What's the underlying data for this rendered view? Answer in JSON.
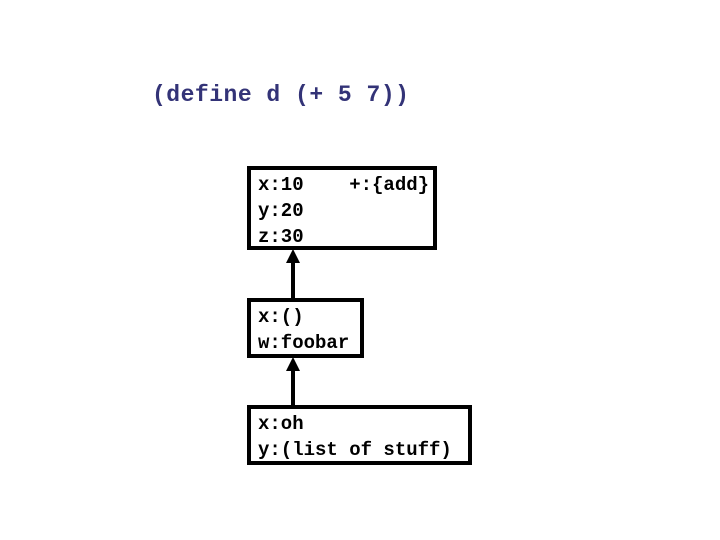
{
  "title": "(define d (+ 5 7))",
  "colors": {
    "title_text": "#333377",
    "frame_border": "#000000",
    "frame_text": "#000000",
    "arrow": "#000000",
    "background": "#ffffff"
  },
  "diagram": {
    "frames": [
      {
        "name": "global-environment-frame",
        "lines": [
          "x:10    +:{add}",
          "y:20",
          "z:30"
        ]
      },
      {
        "name": "middle-environment-frame",
        "lines": [
          "x:()",
          "w:foobar"
        ]
      },
      {
        "name": "bottom-environment-frame",
        "lines": [
          "x:oh",
          "y:(list of stuff)"
        ]
      }
    ],
    "arrows": [
      {
        "name": "arrow-middle-to-global",
        "direction": "up"
      },
      {
        "name": "arrow-bottom-to-middle",
        "direction": "up"
      }
    ]
  }
}
